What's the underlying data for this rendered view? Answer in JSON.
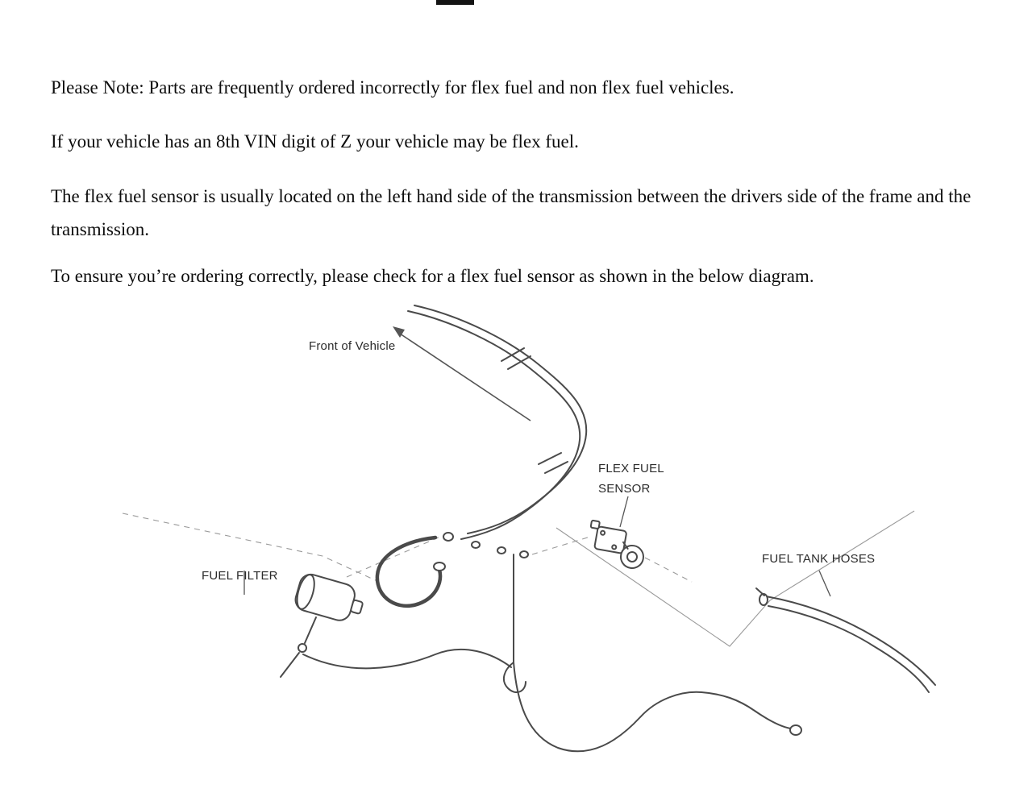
{
  "page": {
    "background_color": "#ffffff",
    "text_color": "#0d0d0d"
  },
  "notice": {
    "paragraphs": [
      "Please Note: Parts are frequently ordered incorrectly for flex fuel and non flex fuel vehicles.",
      "If your vehicle has an 8th VIN digit of Z your vehicle may be flex fuel.",
      "The flex fuel sensor is usually located on the left hand side of the transmission between the drivers side of the frame and the transmission.",
      "To ensure you’re ordering correctly, please check for a flex fuel sensor as shown in the below diagram."
    ]
  },
  "diagram": {
    "labels": {
      "front_of_vehicle": "Front of Vehicle",
      "flex_fuel_sensor": "FLEX FUEL\nSENSOR",
      "fuel_tank_hoses": "FUEL TANK HOSES",
      "fuel_filter": "FUEL FILTER"
    },
    "line_color": "#4a4a4a",
    "phantom_line_color": "#9a9a9a",
    "leader_line_color": "#555555"
  }
}
